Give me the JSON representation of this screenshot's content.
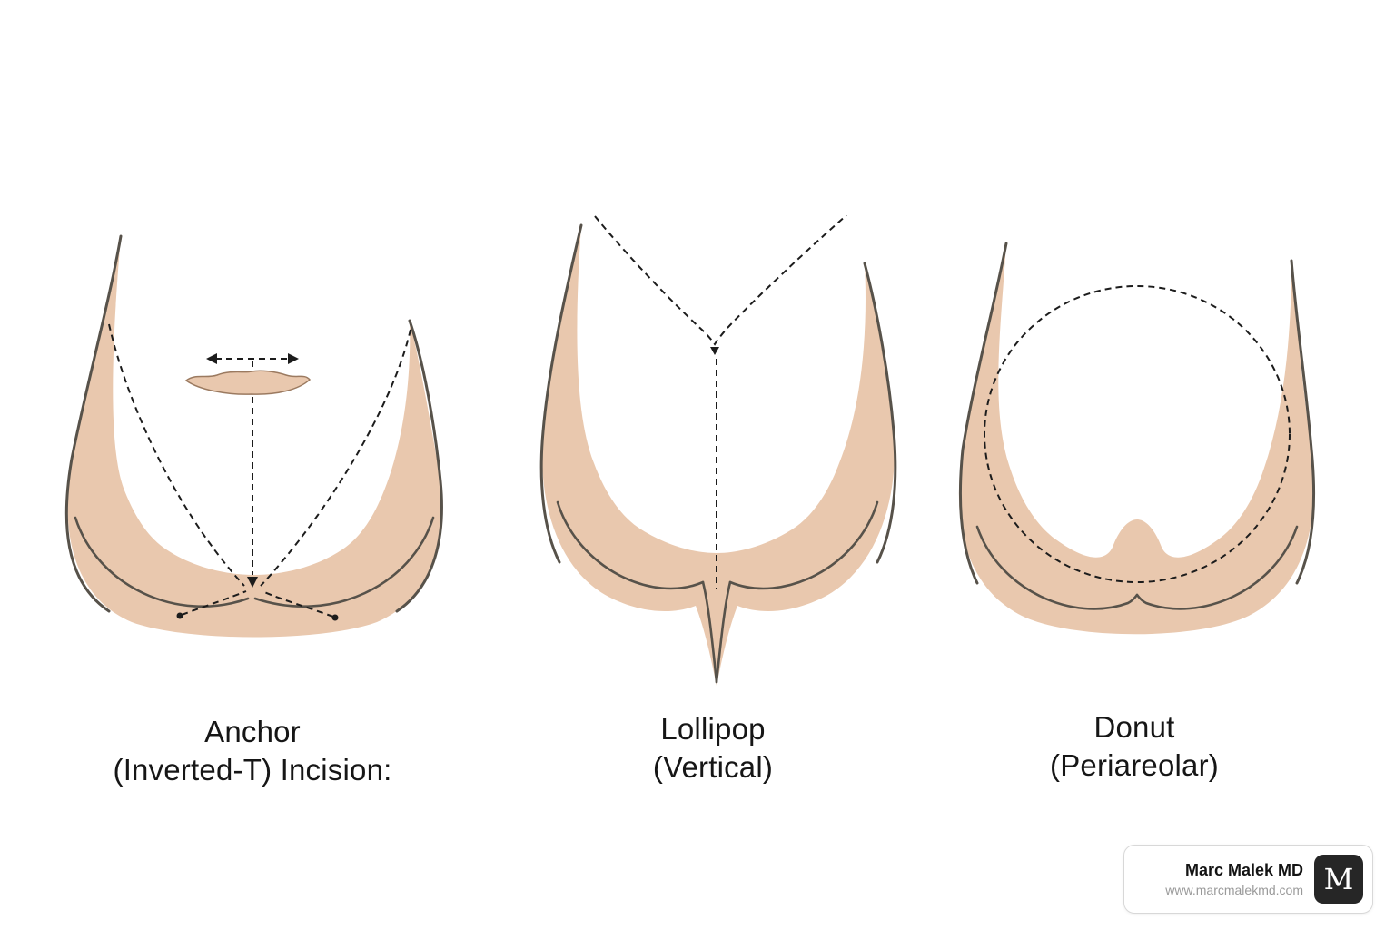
{
  "page": {
    "background": "#ffffff"
  },
  "diagrams": [
    {
      "id": "anchor",
      "label_line1": "Anchor",
      "label_line2": "(Inverted-T) Incision:"
    },
    {
      "id": "lollipop",
      "label_line1": "Lollipop",
      "label_line2": "(Vertical)"
    },
    {
      "id": "donut",
      "label_line1": "Donut",
      "label_line2": "(Periareolar)"
    }
  ],
  "watermark": {
    "name": "Marc Malek MD",
    "url": "www.marcmalekmd.com",
    "logo_letter": "M"
  },
  "colors": {
    "skin": "#e9c8ae",
    "outline": "#57524a",
    "incision": "#1c1c1c",
    "logo_bg": "#262626"
  }
}
